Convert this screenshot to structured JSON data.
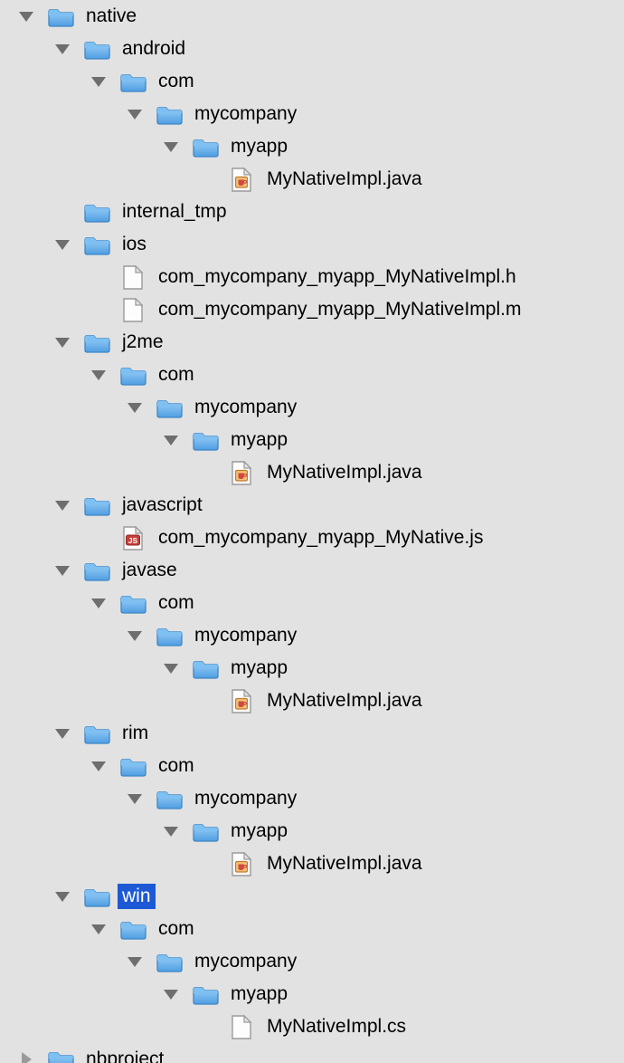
{
  "colors": {
    "background": "#e2e2e2",
    "selection": "#1d59d5",
    "selection_text": "#ffffff",
    "folder_blue_top": "#9ed3f8",
    "folder_blue_bottom": "#4f9de2",
    "folder_border": "#3e86c6",
    "text": "#000000",
    "expander_dark": "#6e6e6e",
    "expander_light": "#9a9a9a"
  },
  "icons": {
    "folder": "blue-folder-icon",
    "java-file": "java-source-file-icon",
    "js-file": "javascript-file-icon",
    "plain-file": "plain-document-icon"
  },
  "tree": {
    "rows": [
      {
        "label": "native",
        "indent": 0,
        "icon": "folder",
        "expander": "down",
        "selected": false
      },
      {
        "label": "android",
        "indent": 1,
        "icon": "folder",
        "expander": "down",
        "selected": false
      },
      {
        "label": "com",
        "indent": 2,
        "icon": "folder",
        "expander": "down",
        "selected": false
      },
      {
        "label": "mycompany",
        "indent": 3,
        "icon": "folder",
        "expander": "down",
        "selected": false
      },
      {
        "label": "myapp",
        "indent": 4,
        "icon": "folder",
        "expander": "down",
        "selected": false
      },
      {
        "label": "MyNativeImpl.java",
        "indent": 5,
        "icon": "java-file",
        "expander": null,
        "selected": false
      },
      {
        "label": "internal_tmp",
        "indent": 1,
        "icon": "folder",
        "expander": null,
        "selected": false
      },
      {
        "label": "ios",
        "indent": 1,
        "icon": "folder",
        "expander": "down",
        "selected": false
      },
      {
        "label": "com_mycompany_myapp_MyNativeImpl.h",
        "indent": 2,
        "icon": "plain-file",
        "expander": null,
        "selected": false
      },
      {
        "label": "com_mycompany_myapp_MyNativeImpl.m",
        "indent": 2,
        "icon": "plain-file",
        "expander": null,
        "selected": false
      },
      {
        "label": "j2me",
        "indent": 1,
        "icon": "folder",
        "expander": "down",
        "selected": false
      },
      {
        "label": "com",
        "indent": 2,
        "icon": "folder",
        "expander": "down",
        "selected": false
      },
      {
        "label": "mycompany",
        "indent": 3,
        "icon": "folder",
        "expander": "down",
        "selected": false
      },
      {
        "label": "myapp",
        "indent": 4,
        "icon": "folder",
        "expander": "down",
        "selected": false
      },
      {
        "label": "MyNativeImpl.java",
        "indent": 5,
        "icon": "java-file",
        "expander": null,
        "selected": false
      },
      {
        "label": "javascript",
        "indent": 1,
        "icon": "folder",
        "expander": "down",
        "selected": false
      },
      {
        "label": "com_mycompany_myapp_MyNative.js",
        "indent": 2,
        "icon": "js-file",
        "expander": null,
        "selected": false
      },
      {
        "label": "javase",
        "indent": 1,
        "icon": "folder",
        "expander": "down",
        "selected": false
      },
      {
        "label": "com",
        "indent": 2,
        "icon": "folder",
        "expander": "down",
        "selected": false
      },
      {
        "label": "mycompany",
        "indent": 3,
        "icon": "folder",
        "expander": "down",
        "selected": false
      },
      {
        "label": "myapp",
        "indent": 4,
        "icon": "folder",
        "expander": "down",
        "selected": false
      },
      {
        "label": "MyNativeImpl.java",
        "indent": 5,
        "icon": "java-file",
        "expander": null,
        "selected": false
      },
      {
        "label": "rim",
        "indent": 1,
        "icon": "folder",
        "expander": "down",
        "selected": false
      },
      {
        "label": "com",
        "indent": 2,
        "icon": "folder",
        "expander": "down",
        "selected": false
      },
      {
        "label": "mycompany",
        "indent": 3,
        "icon": "folder",
        "expander": "down",
        "selected": false
      },
      {
        "label": "myapp",
        "indent": 4,
        "icon": "folder",
        "expander": "down",
        "selected": false
      },
      {
        "label": "MyNativeImpl.java",
        "indent": 5,
        "icon": "java-file",
        "expander": null,
        "selected": false
      },
      {
        "label": "win",
        "indent": 1,
        "icon": "folder",
        "expander": "down",
        "selected": true
      },
      {
        "label": "com",
        "indent": 2,
        "icon": "folder",
        "expander": "down",
        "selected": false
      },
      {
        "label": "mycompany",
        "indent": 3,
        "icon": "folder",
        "expander": "down",
        "selected": false
      },
      {
        "label": "myapp",
        "indent": 4,
        "icon": "folder",
        "expander": "down",
        "selected": false
      },
      {
        "label": "MyNativeImpl.cs",
        "indent": 5,
        "icon": "plain-file",
        "expander": null,
        "selected": false
      },
      {
        "label": "nbproject",
        "indent": 0,
        "icon": "folder",
        "expander": "right",
        "selected": false
      }
    ]
  }
}
